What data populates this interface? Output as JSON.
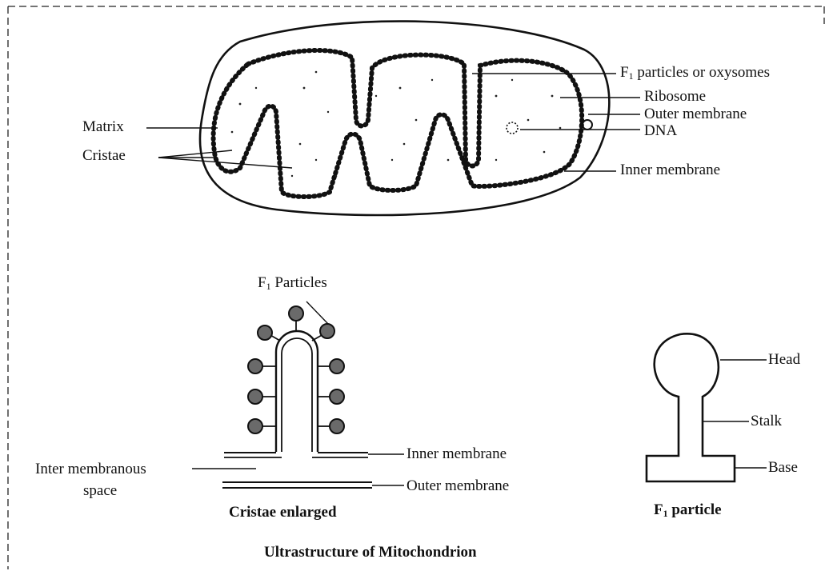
{
  "mitochondrion": {
    "labels": {
      "f1_particles_prefix": "F",
      "f1_particles_sub": "1",
      "f1_particles_rest": " particles or oxysomes",
      "ribosome": "Ribosome",
      "outer_membrane": "Outer membrane",
      "dna": "DNA",
      "inner_membrane": "Inner membrane",
      "matrix": "Matrix",
      "cristae": "Cristae"
    }
  },
  "cristae_enlarged": {
    "f1_particles_prefix": "F",
    "f1_particles_sub": "1",
    "f1_particles_rest": " Particles",
    "inner_membrane": "Inner membrane",
    "outer_membrane": "Outer membrane",
    "inter_membranous_line1": "Inter membranous",
    "inter_membranous_line2": "space",
    "caption": "Cristae enlarged"
  },
  "f1_particle": {
    "head": "Head",
    "stalk": "Stalk",
    "base": "Base",
    "caption_prefix": "F",
    "caption_sub": "1",
    "caption_rest": " particle"
  },
  "figure_caption": "Ultrastructure of Mitochondrion"
}
